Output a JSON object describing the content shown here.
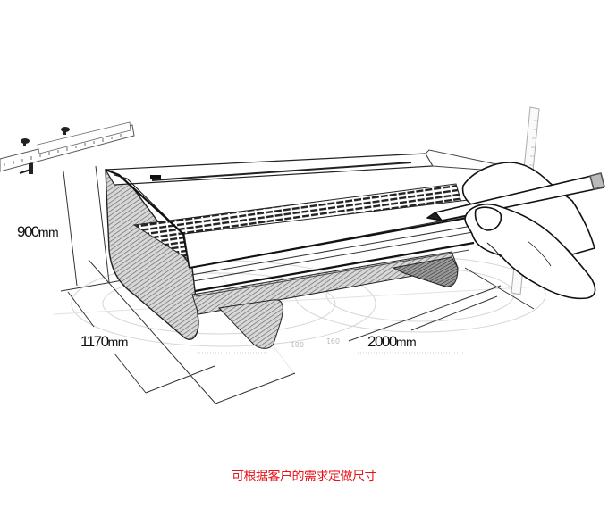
{
  "illustration": {
    "subject": "refrigerated display counter sketch",
    "dimensions": {
      "height": {
        "value": "900",
        "unit": "mm"
      },
      "depth": {
        "value": "1170",
        "unit": "mm"
      },
      "width": {
        "value": "2000",
        "unit": "mm"
      }
    },
    "floor_scale_marks": [
      "160",
      "180"
    ],
    "props": [
      "caliper-icon",
      "hand-with-pencil-icon",
      "vertical-ruler-icon"
    ]
  },
  "caption": {
    "text": "可根据客户的需求定做尺寸",
    "color": "#e5141b"
  }
}
